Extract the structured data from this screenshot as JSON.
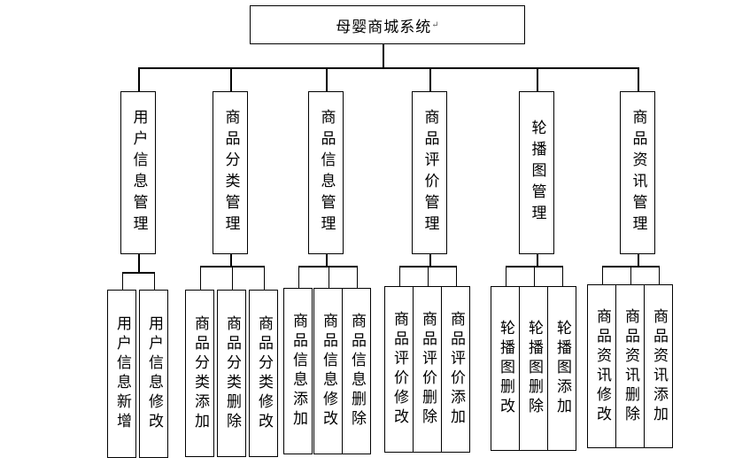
{
  "root": {
    "label": "母婴商城系统"
  },
  "modules": [
    {
      "label": "用户信息管理",
      "children": [
        "用户信息新增",
        "用户信息修改"
      ]
    },
    {
      "label": "商品分类管理",
      "children": [
        "商品分类添加",
        "商品分类删除",
        "商品分类修改"
      ]
    },
    {
      "label": "商品信息管理",
      "children": [
        "商品信息添加",
        "商品信息修改",
        "商品信息删除"
      ]
    },
    {
      "label": "商品评价管理",
      "children": [
        "商品评价修改",
        "商品评价删除",
        "商品评价添加"
      ]
    },
    {
      "label": "轮播图管理",
      "children": [
        "轮播图删改",
        "轮播图删除",
        "轮播图添加"
      ]
    },
    {
      "label": "商品资讯管理",
      "children": [
        "商品资讯修改",
        "商品资讯删除",
        "商品资讯添加"
      ]
    }
  ]
}
